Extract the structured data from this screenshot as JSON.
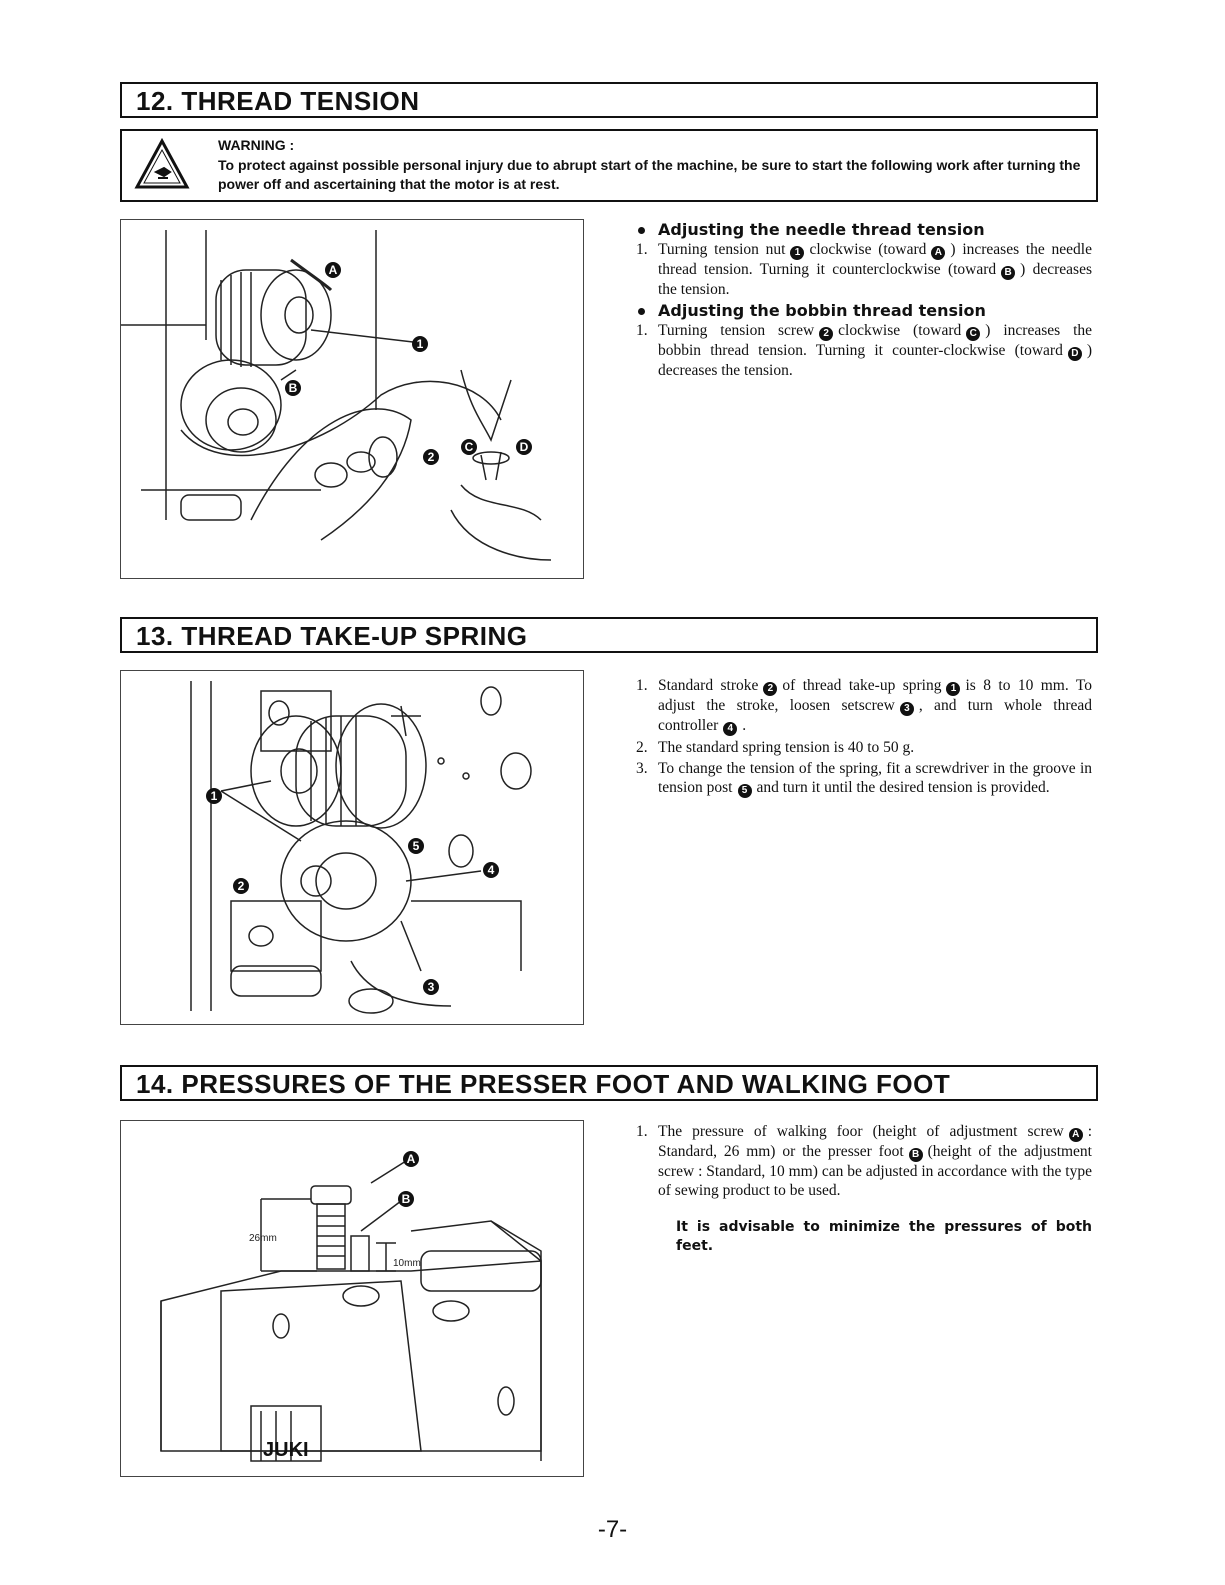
{
  "sections": {
    "s12": {
      "title": "12. THREAD TENSION"
    },
    "s13": {
      "title": "13. THREAD TAKE-UP SPRING"
    },
    "s14": {
      "title": "14. PRESSURES OF THE PRESSER FOOT AND WALKING FOOT"
    }
  },
  "warning": {
    "title": "WARNING :",
    "text": "To protect against possible personal injury due to abrupt start of the machine, be sure to start the following work after turning the power off and ascertaining that the motor is at rest."
  },
  "tension": {
    "needle_heading": "Adjusting the needle thread tension",
    "needle_num": "1.",
    "needle_p1": "Turning tension nut",
    "needle_c1": "1",
    "needle_p2": "clockwise (toward",
    "needle_c2": "A",
    "needle_p3": ") increases the needle thread tension. Turning it counterclockwise (toward",
    "needle_c3": "B",
    "needle_p4": ") decreases the tension.",
    "bobbin_heading": "Adjusting the bobbin thread tension",
    "bobbin_num": "1.",
    "bobbin_p1": "Turning tension screw",
    "bobbin_c1": "2",
    "bobbin_p2": "clockwise (toward",
    "bobbin_c2": "C",
    "bobbin_p3": ") increases the bobbin thread tension. Turning it counter-clockwise (toward",
    "bobbin_c3": "D",
    "bobbin_p4": ") decreases the tension."
  },
  "spring": {
    "i1_num": "1.",
    "i1_p1": "Standard stroke",
    "i1_c1": "2",
    "i1_p2": "of thread take-up spring",
    "i1_c2": "1",
    "i1_p3": "is 8 to 10 mm. To adjust the stroke, loosen setscrew",
    "i1_c3": "3",
    "i1_p4": ", and turn whole thread controller",
    "i1_c4": "4",
    "i1_p5": ".",
    "i2_num": "2.",
    "i2_text": "The standard spring tension is 40 to 50 g.",
    "i3_num": "3.",
    "i3_p1": "To change the tension of the spring, fit a screwdriver in the groove in tension post",
    "i3_c1": "5",
    "i3_p2": "and turn it until the desired tension is provided."
  },
  "pressure": {
    "i1_num": "1.",
    "i1_p1": "The pressure of walking foor (height of adjustment screw",
    "i1_c1": "A",
    "i1_p2": ": Standard, 26 mm) or the presser foot",
    "i1_c2": "B",
    "i1_p3": "(height of the adjustment screw : Standard, 10 mm) can be adjusted in accordance with the type of sewing product to be used.",
    "note": "It is advisable to minimize the pressures of both feet."
  },
  "figures": {
    "fig1_labels": [
      "A",
      "B",
      "1",
      "2",
      "C",
      "D"
    ],
    "fig2_labels": [
      "1",
      "2",
      "3",
      "4",
      "5"
    ],
    "fig3_labels": [
      "A",
      "B"
    ],
    "fig3_dim_a": "26mm",
    "fig3_dim_b": "10mm",
    "fig3_brand": "JUKI"
  },
  "page_number": "-7-"
}
